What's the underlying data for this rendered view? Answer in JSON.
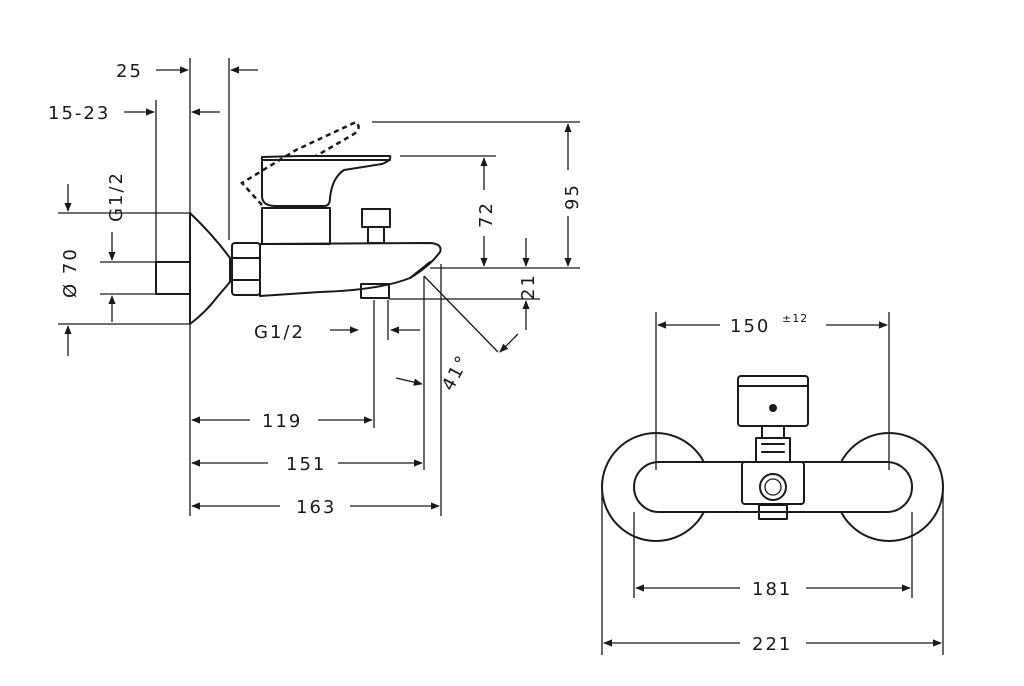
{
  "side_view": {
    "dims": {
      "d25": "25",
      "d15_23": "15-23",
      "g12_left": "G1/2",
      "dia70": "Ø 70",
      "d72": "72",
      "d95": "95",
      "d21": "21",
      "g12_bottom": "G1/2",
      "angle": "41°",
      "d119": "119",
      "d151": "151",
      "d163": "163"
    }
  },
  "front_view": {
    "dims": {
      "d150": "150",
      "d150_tol": "±12",
      "d181": "181",
      "d221": "221"
    }
  }
}
